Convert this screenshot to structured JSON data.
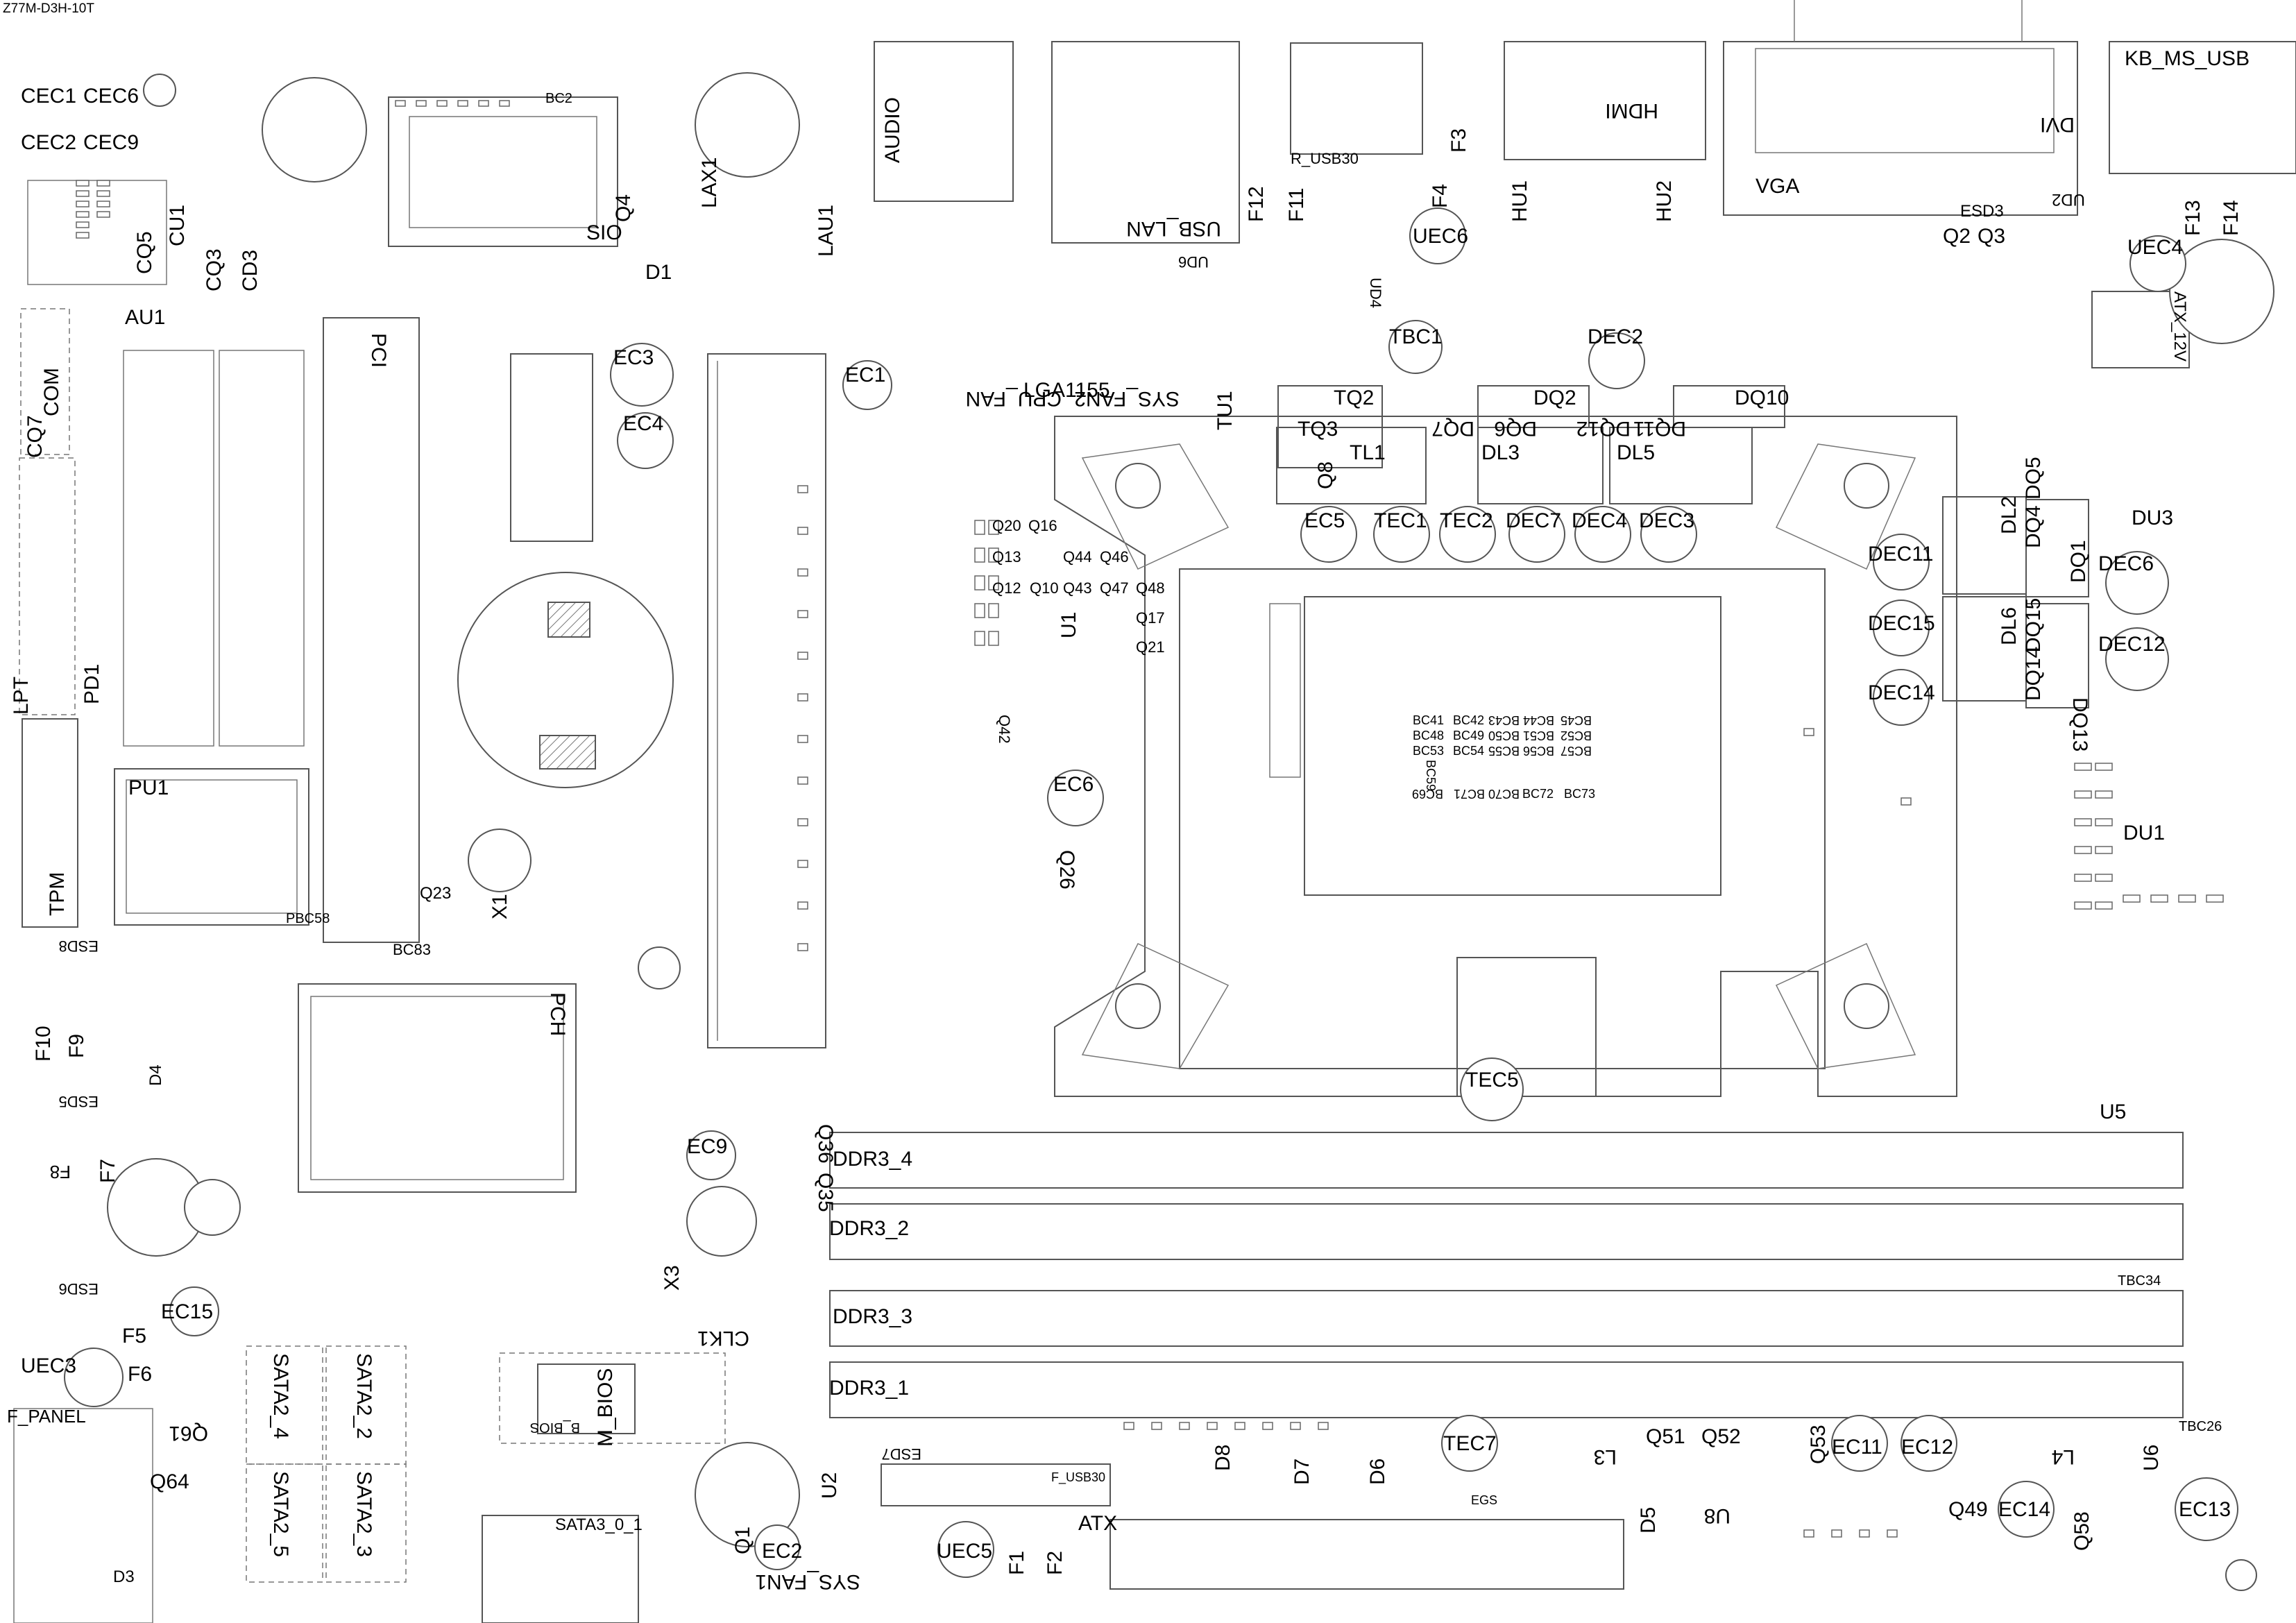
{
  "title": "Z77M-D3H-10T",
  "labels": {
    "cec1": "CEC1",
    "cec6": "CEC6",
    "cec2": "CEC2",
    "cec9": "CEC9",
    "au1": "AU1",
    "cu1": "CU1",
    "cq5": "CQ5",
    "cq3": "CQ3",
    "cd3": "CD3",
    "com": "COM",
    "cq7": "CQ7",
    "lpt": "LPT",
    "pd1": "PD1",
    "pu1": "PU1",
    "tpm": "TPM",
    "pci": "PCI",
    "sio": "SIO",
    "q4": "Q4",
    "d1": "D1",
    "bc2": "BC2",
    "lax1": "LAX1",
    "lau1": "LAU1",
    "audio": "AUDIO",
    "ec3": "EC3",
    "ec4": "EC4",
    "ec1": "EC1",
    "usb_lan": "USB_LAN",
    "ud6": "UD6",
    "r_usb30": "R_USB30",
    "f12": "F12",
    "f11": "F11",
    "f4": "F4",
    "f3": "F3",
    "uec6": "UEC6",
    "ud4": "UD4",
    "hdmi": "HDMI",
    "hu1": "HU1",
    "hu2": "HU2",
    "vga": "VGA",
    "dvi": "DVI",
    "ud2": "UD2",
    "esd3": "ESD3",
    "q2": "Q2",
    "q3": "Q3",
    "kb_ms_usb": "KB_MS_USB",
    "f13": "F13",
    "f14": "F14",
    "uec4": "UEC4",
    "atx_12v": "ATX_12V",
    "cpu_fan": "CPU_FAN",
    "sys_fan2": "SYS_FAN2",
    "lga1155": "LGA1155",
    "tu1": "TU1",
    "tbc1": "TBC1",
    "dec2": "DEC2",
    "tq2": "TQ2",
    "dq2": "DQ2",
    "dq10": "DQ10",
    "tq3": "TQ3",
    "dq7": "DQ7",
    "dq6": "DQ6",
    "dq12": "DQ12",
    "dq11": "DQ11",
    "tl1": "TL1",
    "dl3": "DL3",
    "dl5": "DL5",
    "q8": "Q8",
    "ec5": "EC5",
    "tec1": "TEC1",
    "tec2": "TEC2",
    "dec7": "DEC7",
    "dec4": "DEC4",
    "dec3": "DEC3",
    "dq4": "DQ4",
    "dq5": "DQ5",
    "dl2": "DL2",
    "du3": "DU3",
    "dq1": "DQ1",
    "dec6": "DEC6",
    "dec11": "DEC11",
    "dec15": "DEC15",
    "dec14": "DEC14",
    "dl6": "DL6",
    "dq14": "DQ14",
    "dq15": "DQ15",
    "dec12": "DEC12",
    "dq13": "DQ13",
    "du1": "DU1",
    "q20": "Q20",
    "q16": "Q16",
    "q13": "Q13",
    "q44": "Q44",
    "q46": "Q46",
    "q12": "Q12",
    "q10": "Q10",
    "q43": "Q43",
    "q47": "Q47",
    "q48": "Q48",
    "q17": "Q17",
    "q21": "Q21",
    "u1": "U1",
    "q42": "Q42",
    "ec6": "EC6",
    "q26": "Q26",
    "bc41": "BC41",
    "bc42": "BC42",
    "bc43": "BC43",
    "bc44": "BC44",
    "bc45": "BC45",
    "bc48": "BC48",
    "bc49": "BC49",
    "bc50": "BC50",
    "bc51": "BC51",
    "bc52": "BC52",
    "bc53": "BC53",
    "bc54": "BC54",
    "bc55": "BC55",
    "bc56": "BC56",
    "bc57": "BC57",
    "bc59": "BC59",
    "bc72": "BC72",
    "bc73": "BC73",
    "bc71": "BC71",
    "bc69": "BC69",
    "bc70": "BC70",
    "pch": "PCH",
    "x1": "X1",
    "q23": "Q23",
    "bc83": "BC83",
    "pbc58": "PBC58",
    "f10": "F10",
    "f9": "F9",
    "d4": "D4",
    "f7": "F7",
    "f8": "F8",
    "esd8": "ESD8",
    "esd5": "ESD5",
    "esd6": "ESD6",
    "ec15": "EC15",
    "f5": "F5",
    "f6": "F6",
    "uec3": "UEC3",
    "f_panel": "F_PANEL",
    "q61": "Q61",
    "q64": "Q64",
    "d3": "D3",
    "sata2_4": "SATA2_4",
    "sata2_2": "SATA2_2",
    "sata2_5": "SATA2_5",
    "sata2_3": "SATA2_3",
    "sata3_0_1": "SATA3_0_1",
    "m_bios": "M_BIOS",
    "b_bios": "B_BIOS",
    "x3": "X3",
    "clk1": "CLK1",
    "ec9": "EC9",
    "q36": "Q36",
    "q35": "Q35",
    "ddr3_4": "DDR3_4",
    "ddr3_2": "DDR3_2",
    "ddr3_3": "DDR3_3",
    "ddr3_1": "DDR3_1",
    "tec5": "TEC5",
    "u5": "U5",
    "tbc34": "TBC34",
    "tbc26": "TBC26",
    "q1": "Q1",
    "ec2": "EC2",
    "u2": "U2",
    "sys_fan1": "SYS_FAN1",
    "uec5": "UEC5",
    "f1": "F1",
    "f2": "F2",
    "atx": "ATX",
    "esd7": "ESD7",
    "f_usb30": "F_USB30",
    "d8": "D8",
    "d7": "D7",
    "d6": "D6",
    "tec7": "TEC7",
    "l3": "L3",
    "q51": "Q51",
    "q52": "Q52",
    "q53": "Q53",
    "ec11": "EC11",
    "ec12": "EC12",
    "d5": "D5",
    "u8": "U8",
    "q49": "Q49",
    "ec14": "EC14",
    "q58": "Q58",
    "l4": "L4",
    "u6": "U6",
    "ec13": "EC13",
    "egs": "EGS"
  }
}
